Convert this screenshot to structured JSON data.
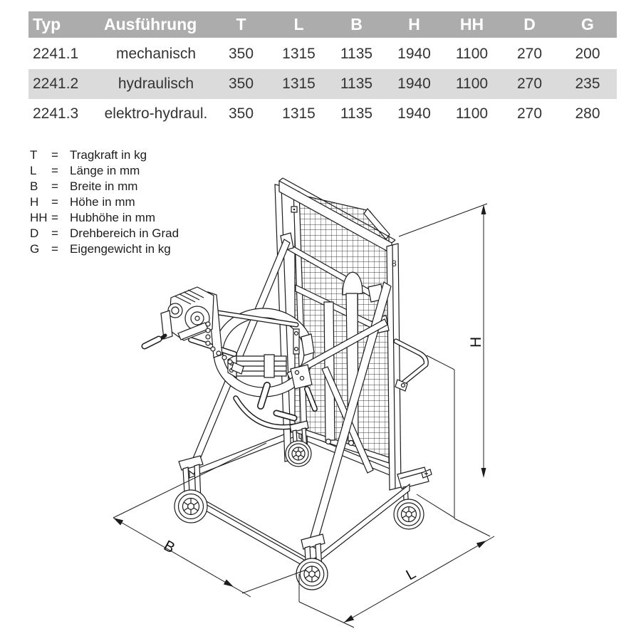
{
  "table": {
    "headers": [
      "Typ",
      "Ausführung",
      "T",
      "L",
      "B",
      "H",
      "HH",
      "D",
      "G"
    ],
    "rows": [
      {
        "typ": "2241.1",
        "ausfuehrung": "mechanisch",
        "values": [
          "350",
          "1315",
          "1135",
          "1940",
          "1100",
          "270",
          "200"
        ]
      },
      {
        "typ": "2241.2",
        "ausfuehrung": "hydraulisch",
        "values": [
          "350",
          "1315",
          "1135",
          "1940",
          "1100",
          "270",
          "235"
        ]
      },
      {
        "typ": "2241.3",
        "ausfuehrung": "elektro-hydraul.",
        "values": [
          "350",
          "1315",
          "1135",
          "1940",
          "1100",
          "270",
          "280"
        ]
      }
    ]
  },
  "legend": {
    "eq": "=",
    "items": [
      {
        "symbol": "T",
        "text": "Tragkraft in kg"
      },
      {
        "symbol": "L",
        "text": "Länge in mm"
      },
      {
        "symbol": "B",
        "text": "Breite in mm"
      },
      {
        "symbol": "H",
        "text": "Höhe in mm"
      },
      {
        "symbol": "HH",
        "text": "Hubhöhe in mm"
      },
      {
        "symbol": "D",
        "text": "Drehbereich in Grad"
      },
      {
        "symbol": "G",
        "text": "Eigengewicht in kg"
      }
    ]
  },
  "diagram": {
    "dimension_labels": {
      "height": "H",
      "length": "L",
      "width": "B"
    },
    "post_marking": "8"
  },
  "colors": {
    "header_bg": "#ACACAC",
    "row_alt_bg": "#DBDBDB",
    "header_text": "#FFFFFF",
    "body_text": "#333333",
    "line": "#1C1C1C"
  }
}
